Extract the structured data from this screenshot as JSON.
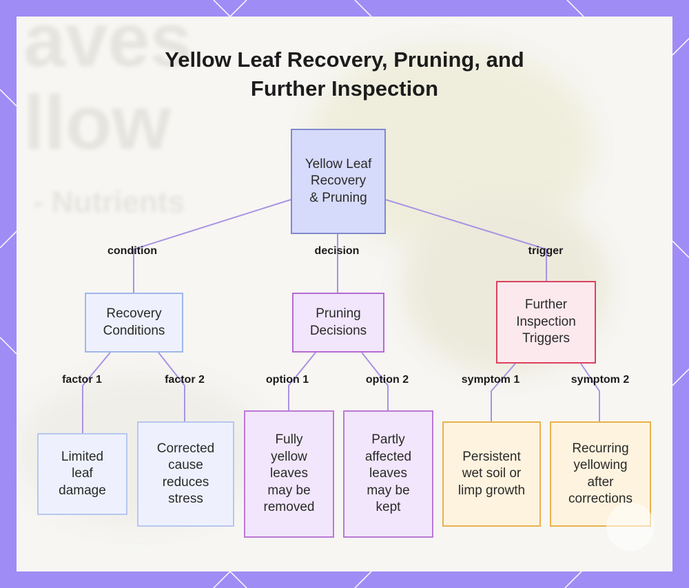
{
  "title": "Yellow Leaf Recovery, Pruning, and Further Inspection",
  "background_words": [
    "aves",
    "llow",
    "- Nutrients"
  ],
  "colors": {
    "frame": "#a08cf5",
    "root_fill": "#d6dbfb",
    "recovery_fill": "#eef1fd",
    "pruning_fill": "#f1e6fb",
    "trigger_border": "#d9415c",
    "symptom_fill": "#fdf3de",
    "line": "#a992e3"
  },
  "nodes": {
    "root": "Yellow Leaf Recovery & Pruning",
    "recovery": "Recovery Conditions",
    "pruning": "Pruning Decisions",
    "inspection": "Further Inspection Triggers",
    "limited": "Limited leaf damage",
    "corrected": "Corrected cause reduces stress",
    "fully": "Fully yellow leaves may be removed",
    "partly": "Partly affected leaves may be kept",
    "persistent": "Persistent wet soil or limp growth",
    "recurring": "Recurring yellowing after corrections"
  },
  "edges": {
    "condition": "condition",
    "decision": "decision",
    "trigger": "trigger",
    "factor1": "factor 1",
    "factor2": "factor 2",
    "option1": "option 1",
    "option2": "option 2",
    "symptom1": "symptom 1",
    "symptom2": "symptom 2"
  }
}
